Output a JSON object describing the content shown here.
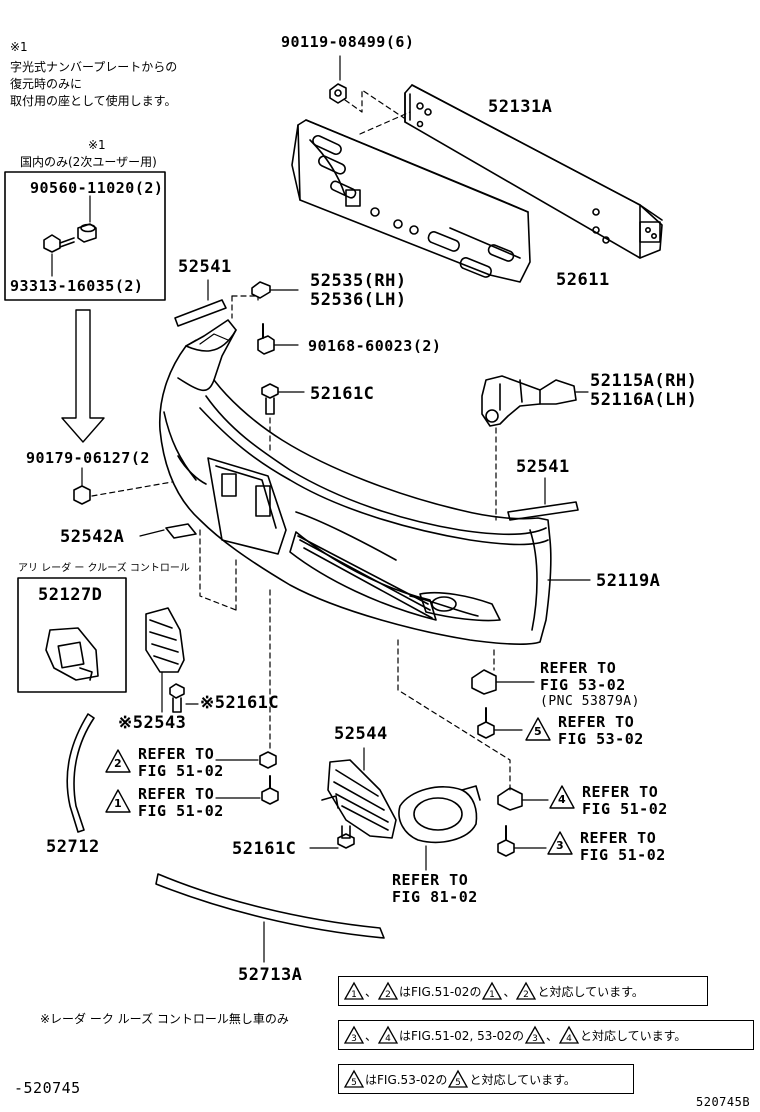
{
  "notes": {
    "note1_mark": "※1",
    "note1_lines": [
      "字光式ナンバープレートからの",
      "復元時のみに",
      "取付用の座として使用します。"
    ],
    "box_mark": "※1",
    "box_title": "国内のみ(2次ユーザー用)",
    "acc_label": "アリ レーダ ー クルーズ コントロール",
    "bottom_note": "※レーダ ーク ルーズ コントロール無し車のみ"
  },
  "parts": {
    "p90119": "90119-08499(6)",
    "p52131A": "52131A",
    "p52611": "52611",
    "p90560": "90560-11020(2)",
    "p93313": "93313-16035(2)",
    "p52541a": "52541",
    "p52535": "52535(RH)",
    "p52536": "52536(LH)",
    "p90168": "90168-60023(2)",
    "p52161Ca": "52161C",
    "p52115A": "52115A(RH)",
    "p52116A": "52116A(LH)",
    "p90179": "90179-06127(2",
    "p52541b": "52541",
    "p52542A": "52542A",
    "p52127D": "52127D",
    "p52119A": "52119A",
    "p52161Cb": "※52161C",
    "p52543": "※52543",
    "p52544": "52544",
    "p52712": "52712",
    "p52161Cc": "52161C",
    "p52713A": "52713A"
  },
  "refs": {
    "r1": {
      "line1": "REFER TO",
      "line2": "FIG 51-02",
      "num": "2"
    },
    "r2": {
      "line1": "REFER TO",
      "line2": "FIG 51-02",
      "num": "1"
    },
    "r3": {
      "line1": "REFER TO",
      "line2": "FIG 53-02",
      "line3": "(PNC 53879A)"
    },
    "r4": {
      "line1": "REFER TO",
      "line2": "FIG 53-02",
      "num": "5"
    },
    "r5": {
      "line1": "REFER TO",
      "line2": "FIG 51-02",
      "num": "4"
    },
    "r6": {
      "line1": "REFER TO",
      "line2": "FIG 51-02",
      "num": "3"
    },
    "r7": {
      "line1": "REFER TO",
      "line2": "FIG 81-02"
    }
  },
  "legend": {
    "row1": {
      "t1": "1",
      "sep1": "、",
      "t2": "2",
      "text1": "はFIG.51-02の",
      "t3": "1",
      "sep2": "、",
      "t4": "2",
      "text2": "と対応しています。"
    },
    "row2": {
      "t1": "3",
      "sep1": "、",
      "t2": "4",
      "text1": "はFIG.51-02, 53-02の",
      "t3": "3",
      "sep2": "、",
      "t4": "4",
      "text2": "と対応しています。"
    },
    "row3": {
      "t1": "5",
      "text1": "はFIG.53-02の",
      "t2": "5",
      "text2": "と対応しています。"
    }
  },
  "footer": {
    "left": "-520745",
    "right": "520745B"
  }
}
